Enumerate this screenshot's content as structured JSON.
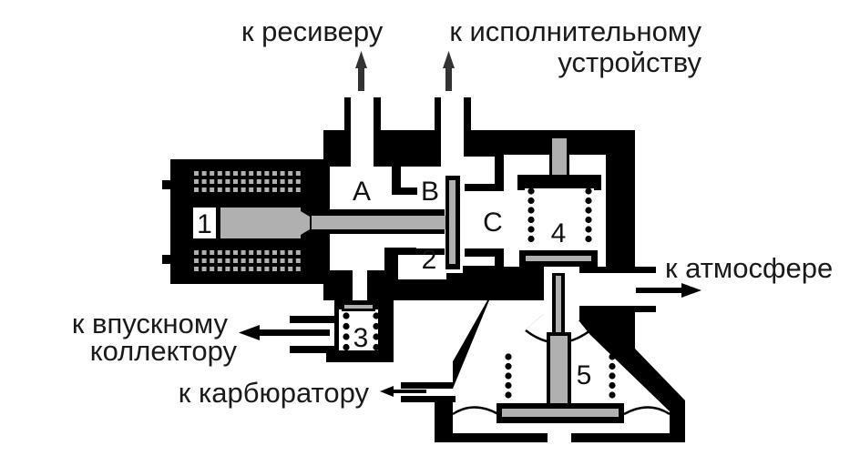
{
  "labels": {
    "receiver": "к ресиверу",
    "actuator_line1": "к исполнительному",
    "actuator_line2": "устройству",
    "atmosphere": "к атмосфере",
    "intake_line1": "к впускному",
    "intake_line2": "коллектору",
    "carburetor": "к карбюратору"
  },
  "chambers": {
    "a": "A",
    "b": "B",
    "c": "C"
  },
  "parts": {
    "p1": "1",
    "p2": "2",
    "p3": "3",
    "p4": "4",
    "p5": "5"
  },
  "colors": {
    "body": "#000000",
    "moving_part": "#b0b0b0",
    "cavity": "#ffffff"
  }
}
